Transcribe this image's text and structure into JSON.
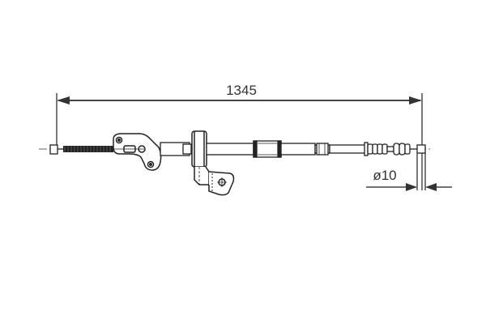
{
  "diagram": {
    "type": "technical-drawing",
    "subject": "parking brake cable",
    "stroke_color": "#222222",
    "dimension_color": "#333333",
    "background": "#ffffff",
    "dimensions": {
      "length": {
        "label": "1345"
      },
      "diameter": {
        "label": "ø10"
      }
    }
  }
}
